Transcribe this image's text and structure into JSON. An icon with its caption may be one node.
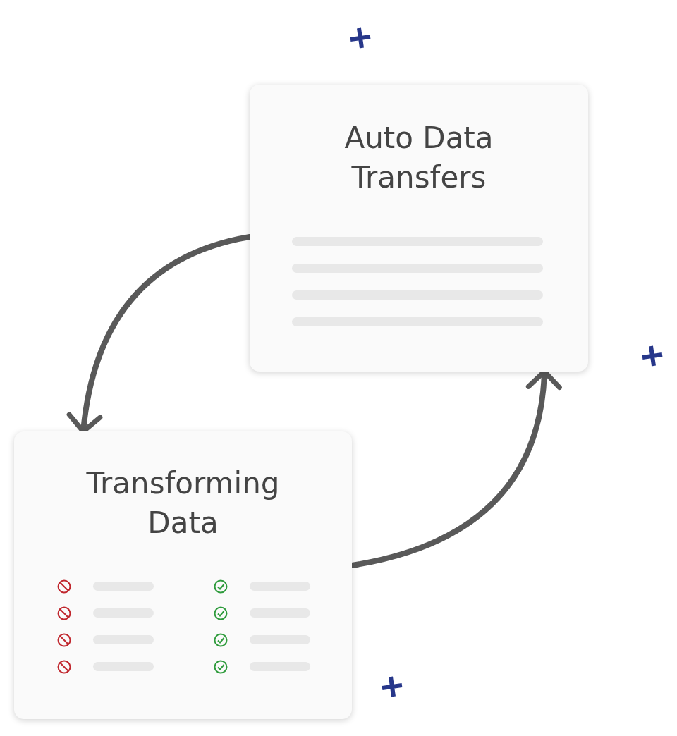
{
  "diagram": {
    "nodes": [
      {
        "text": [
          "Auto Data Transfers"
        ]
      },
      {
        "text": [
          "Transforming Data"
        ]
      }
    ],
    "edges": [
      {
        "from": 0,
        "to": 1,
        "arrow": "to"
      },
      {
        "from": 1,
        "to": 0,
        "arrow": "to"
      }
    ]
  }
}
